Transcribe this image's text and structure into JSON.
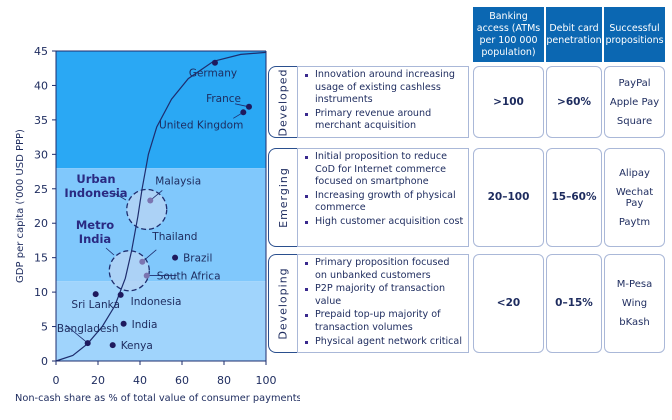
{
  "chart_data": {
    "type": "scatter",
    "xlabel": "Non-cash share as % of total value of consumer payments",
    "ylabel": "GDP per capita ('000 USD PPP)",
    "xlim": [
      0,
      100
    ],
    "ylim": [
      0,
      45
    ],
    "xticks": [
      0,
      20,
      40,
      60,
      80,
      100
    ],
    "yticks": [
      0,
      5,
      10,
      15,
      20,
      25,
      30,
      35,
      40,
      45
    ],
    "bands": [
      {
        "from": 28,
        "to": 45,
        "color": "#2aa8f4"
      },
      {
        "from": 11.6,
        "to": 28,
        "color": "#80c8fc"
      },
      {
        "from": 0,
        "to": 11.6,
        "color": "#a0d4fc"
      }
    ],
    "points": [
      {
        "label": "Germany",
        "x": 75.7,
        "y": 43.3
      },
      {
        "label": "France",
        "x": 91.9,
        "y": 36.9
      },
      {
        "label": "United Kingdom",
        "x": 89.2,
        "y": 36.1
      },
      {
        "label": "Malaysia",
        "x": 44.9,
        "y": 23.3,
        "light": true
      },
      {
        "label": "Thailand",
        "x": 41.1,
        "y": 14.4,
        "light": true
      },
      {
        "label": "South Africa",
        "x": 43.2,
        "y": 12.4,
        "light": true
      },
      {
        "label": "Brazil",
        "x": 56.7,
        "y": 15.0
      },
      {
        "label": "Sri Lanka",
        "x": 18.9,
        "y": 9.7
      },
      {
        "label": "Indonesia",
        "x": 30.8,
        "y": 9.6
      },
      {
        "label": "India",
        "x": 32.2,
        "y": 5.4
      },
      {
        "label": "Bangladesh",
        "x": 15.1,
        "y": 2.6
      },
      {
        "label": "Kenya",
        "x": 27.0,
        "y": 2.3
      }
    ],
    "highlights": [
      {
        "label": "Urban Indonesia",
        "x": 43.2,
        "y": 22.0
      },
      {
        "label": "Metro India",
        "x": 34.9,
        "y": 13.1
      }
    ],
    "trend_curve": [
      [
        0,
        0
      ],
      [
        8,
        0.8
      ],
      [
        15,
        2.5
      ],
      [
        22,
        5
      ],
      [
        28,
        8
      ],
      [
        33,
        12
      ],
      [
        36,
        16
      ],
      [
        39,
        21
      ],
      [
        41,
        25
      ],
      [
        44,
        30
      ],
      [
        48,
        34
      ],
      [
        55,
        38
      ],
      [
        63,
        41
      ],
      [
        75,
        43.5
      ],
      [
        88,
        44.5
      ],
      [
        100,
        44.8
      ]
    ],
    "point_color": "#1e1a5e",
    "curve_color": "#1e2d6e"
  },
  "table": {
    "headers": [
      "Banking access (ATMs per 100 000 population)",
      "Debit card penetration",
      "Successful propositions"
    ],
    "rows": [
      {
        "segment": "Developed",
        "bullets": [
          "Innovation around increasing usage of existing cashless instruments",
          "Primary revenue around merchant acquisition"
        ],
        "atm": ">100",
        "debit": ">60%",
        "propositions": [
          "PayPal",
          "Apple Pay",
          "Square"
        ]
      },
      {
        "segment": "Emerging",
        "bullets": [
          "Initial proposition to reduce CoD for Internet commerce focused on smartphone",
          "Increasing growth of physical commerce",
          "High customer acquisition cost"
        ],
        "atm": "20–100",
        "debit": "15–60%",
        "propositions": [
          "Alipay",
          "Wechat Pay",
          "Paytm"
        ]
      },
      {
        "segment": "Developing",
        "bullets": [
          "Primary proposition focused on unbanked customers",
          "P2P majority of transaction value",
          "Prepaid top-up majority of transaction volumes",
          "Physical agent network critical"
        ],
        "atm": "<20",
        "debit": "0–15%",
        "propositions": [
          "M-Pesa",
          "Wing",
          "bKash"
        ]
      }
    ]
  }
}
